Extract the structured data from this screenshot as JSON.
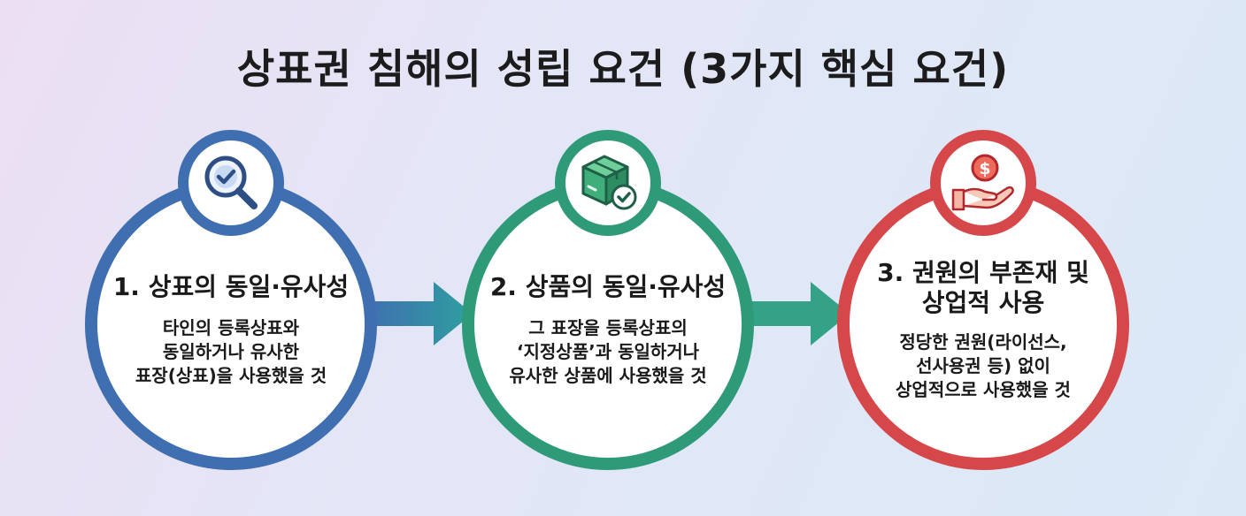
{
  "title": "상표권 침해의 성립 요건 (3가지 핵심 요건)",
  "steps": [
    {
      "heading_lines": [
        "1. 상표의 동일·유사성"
      ],
      "desc_lines": [
        "타인의 등록상표와",
        "동일하거나 유사한",
        "표장(상표)을 사용했을 것"
      ],
      "icon": "magnifier-check-icon",
      "color": "#3f6fb0"
    },
    {
      "heading_lines": [
        "2. 상품의 동일·유사성"
      ],
      "desc_lines": [
        "그 표장을 등록상표의",
        "‘지정상품’과 동일하거나",
        "유사한 상품에 사용했을 것"
      ],
      "icon": "box-check-icon",
      "color": "#2f9a78"
    },
    {
      "heading_lines": [
        "3. 권원의 부존재 및",
        "상업적 사용"
      ],
      "desc_lines": [
        "정당한 권원(라이선스,",
        "선사용권 등) 없이",
        "상업적으로 사용했을 것"
      ],
      "icon": "hand-dollar-coin-icon",
      "color": "#d6474a"
    }
  ],
  "arrow_colors": [
    "#3b7fc0",
    "#33a286"
  ]
}
